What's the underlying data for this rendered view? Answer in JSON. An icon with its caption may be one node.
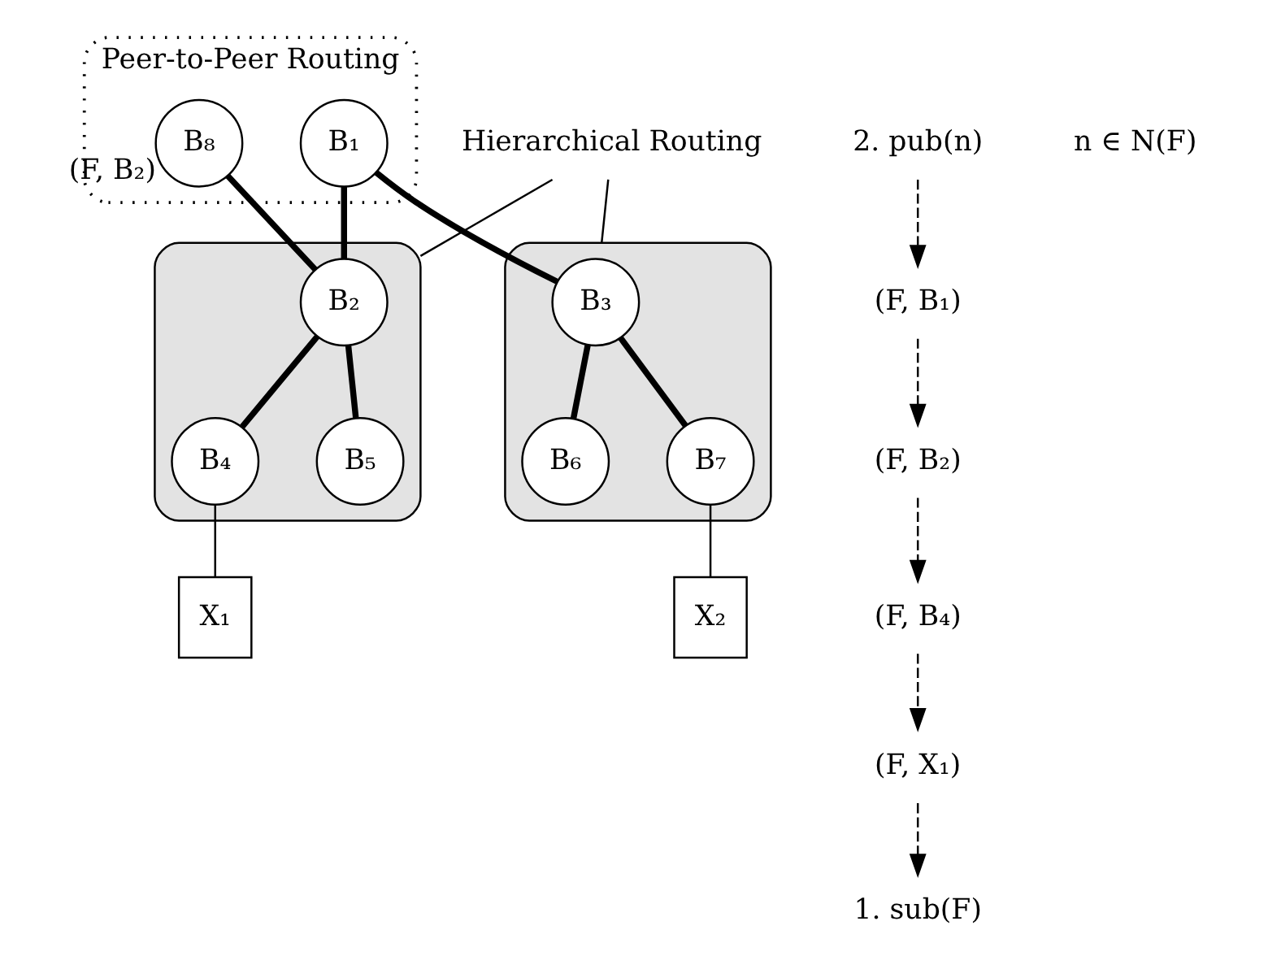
{
  "diagram": {
    "nodes": [
      {
        "text": [
          "Peer-to-Peer Routing"
        ]
      },
      {
        "text": [
          "B₈"
        ],
        "in": 0,
        "beside": [
          "(F, B₂)"
        ]
      },
      {
        "text": [
          "B₁"
        ],
        "in": 0
      },
      {
        "text": [],
        "shape": "triangle"
      },
      {
        "text": [
          "B₂"
        ],
        "in": 3
      },
      {
        "text": [
          "B₄"
        ],
        "in": 3
      },
      {
        "text": [
          "B₅"
        ],
        "in": 3
      },
      {
        "text": [],
        "shape": "triangle"
      },
      {
        "text": [
          "B₃"
        ],
        "in": 7
      },
      {
        "text": [
          "B₆"
        ],
        "in": 7
      },
      {
        "text": [
          "B₇"
        ],
        "in": 7
      },
      {
        "text": [
          "X₁"
        ]
      },
      {
        "text": [
          "X₂"
        ]
      },
      {
        "text": [
          "Hierarchical Routing"
        ]
      },
      {
        "text": [
          "1. sub(F)"
        ]
      },
      {
        "text": [
          "2. pub(n)"
        ]
      },
      {
        "text": [
          "(F, B₁)"
        ]
      },
      {
        "text": [
          "(F, B₂)"
        ]
      },
      {
        "text": [
          "(F, B₄)"
        ]
      },
      {
        "text": [
          "(F, X₁)"
        ]
      }
    ],
    "edges": [
      {
        "from": 1,
        "to": 4,
        "arrow": "none",
        "style": "thick"
      },
      {
        "from": 2,
        "to": 4,
        "arrow": "none",
        "style": "thick"
      },
      {
        "from": 2,
        "to": 8,
        "arrow": "none",
        "style": "thick"
      },
      {
        "from": 4,
        "to": 5,
        "arrow": "none",
        "style": "thick"
      },
      {
        "from": 4,
        "to": 6,
        "arrow": "none",
        "style": "thick"
      },
      {
        "from": 8,
        "to": 9,
        "arrow": "none",
        "style": "thick"
      },
      {
        "from": 8,
        "to": 10,
        "arrow": "none",
        "style": "thick"
      },
      {
        "from": 5,
        "to": 11,
        "arrow": "none"
      },
      {
        "from": 10,
        "to": 12,
        "arrow": "none"
      },
      {
        "from": 13,
        "to": 3,
        "arrow": "none"
      },
      {
        "from": 13,
        "to": 7,
        "arrow": "none"
      },
      {
        "from": 15,
        "to": 16,
        "arrow": "to",
        "style": "dashed"
      },
      {
        "from": 16,
        "to": 17,
        "arrow": "to",
        "style": "dashed"
      },
      {
        "from": 17,
        "to": 18,
        "arrow": "to",
        "style": "dashed"
      },
      {
        "from": 18,
        "to": 19,
        "arrow": "to",
        "style": "dashed"
      },
      {
        "from": 19,
        "to": 14,
        "arrow": "to",
        "style": "dashed"
      }
    ],
    "labels": [
      "n ∈ N(F)"
    ]
  }
}
